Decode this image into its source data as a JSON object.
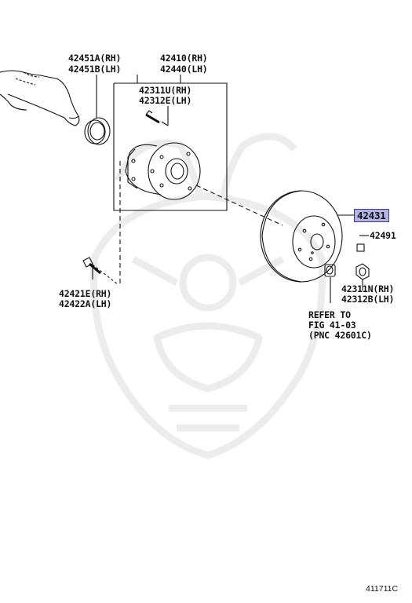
{
  "labels": {
    "bearing_seal_rh": "42451A(RH)",
    "bearing_seal_lh": "42451B(LH)",
    "hub_rh": "42410(RH)",
    "hub_lh": "42440(LH)",
    "hub_bolt_rh": "42311U(RH)",
    "hub_bolt_lh": "42312E(LH)",
    "disc": "42431",
    "plug": "42491",
    "mount_bolt_rh": "42421E(RH)",
    "mount_bolt_lh": "42422A(LH)",
    "hub_nut_rh": "42311N(RH)",
    "hub_nut_lh": "42312B(LH)",
    "refer_line1": "REFER TO",
    "refer_line2": "FIG 41-03",
    "refer_line3": "(PNC 42601C)"
  },
  "figure_code": "411711C",
  "colors": {
    "highlight_fill": "#b4b1e6",
    "highlight_border": "#3b3780",
    "line": "#111111",
    "watermark": "#ededed"
  }
}
